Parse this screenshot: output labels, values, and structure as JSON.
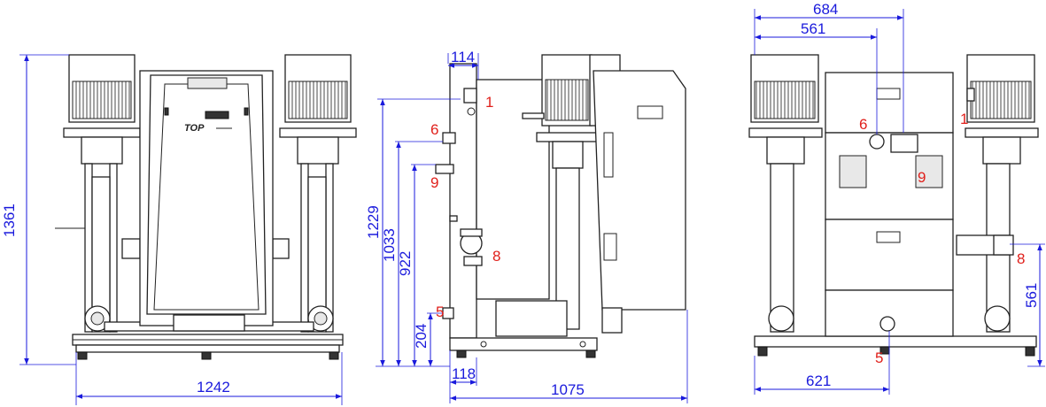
{
  "colors": {
    "dimension": "#1a1adc",
    "position_label": "#e0201b",
    "drawing": "#222222"
  },
  "views": {
    "front": {
      "dims": {
        "height": "1361",
        "width": "1242"
      },
      "cabinet_brand": "TOP"
    },
    "side": {
      "dims": {
        "d114": "114",
        "d1229": "1229",
        "d1033": "1033",
        "d922": "922",
        "d204": "204",
        "d118": "118",
        "d1075": "1075"
      },
      "labels": {
        "p1": "1",
        "p6": "6",
        "p9": "9",
        "p8": "8",
        "p5": "5"
      }
    },
    "rear": {
      "dims": {
        "d684": "684",
        "d561top": "561",
        "d561side": "561",
        "d621": "621"
      },
      "labels": {
        "p6": "6",
        "p9": "9",
        "p1": "1",
        "p8": "8",
        "p5": "5"
      }
    }
  }
}
